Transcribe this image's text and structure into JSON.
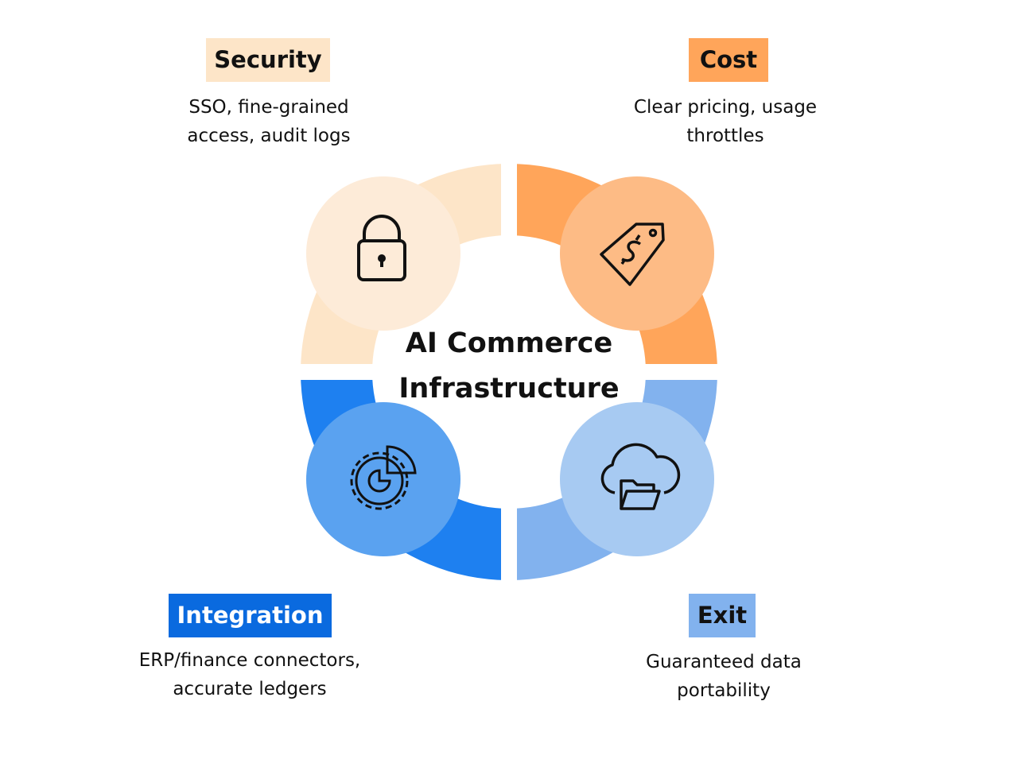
{
  "title_line1": "AI Commerce",
  "title_line2": "Infrastructure",
  "quadrants": [
    {
      "label": "Security",
      "description_line1": "SSO, fine-grained",
      "description_line2": "access, audit logs",
      "icon": "lock-icon",
      "color": "#FDE5C8",
      "circle_color": "#FDEBD8"
    },
    {
      "label": "Cost",
      "description_line1": "Clear pricing, usage",
      "description_line2": "throttles",
      "icon": "price-tag-icon",
      "color": "#FFA55A",
      "circle_color": "#FDBB85"
    },
    {
      "label": "Integration",
      "description_line1": "ERP/finance connectors,",
      "description_line2": "accurate ledgers",
      "icon": "gears-icon",
      "color": "#1E80F0",
      "circle_color": "#5AA2F0"
    },
    {
      "label": "Exit",
      "description_line1": "Guaranteed data",
      "description_line2": "portability",
      "icon": "cloud-folder-icon",
      "color": "#82B2EE",
      "circle_color": "#A7CAF2"
    }
  ]
}
